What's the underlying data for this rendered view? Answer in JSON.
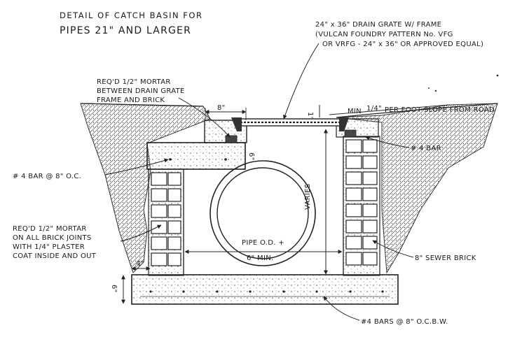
{
  "title": {
    "line1": "DETAIL OF CATCH BASIN FOR",
    "line2": "PIPES 21\" AND LARGER"
  },
  "labels": {
    "drain_grate_1": "24\" x 36\" DRAIN GRATE W/ FRAME",
    "drain_grate_2": "(VULCAN FOUNDRY PATTERN No. VFG",
    "drain_grate_3": "OR VRFG - 24\" x 36\" OR APPROVED EQUAL)",
    "mortar_top_1": "REQ'D 1/2\" MORTAR",
    "mortar_top_2": "BETWEEN DRAIN GRATE",
    "mortar_top_3": "FRAME AND BRICK",
    "slope_a": "MIN",
    "slope_b": "1/4\"",
    "slope_c": "PER FOOT SLOPE FROM ROAD",
    "bar4": "# 4 BAR",
    "bar4_8oc": "# 4 BAR @ 8\" O.C.",
    "mortar_joints_1": "REQ'D 1/2\" MORTAR",
    "mortar_joints_2": "ON ALL BRICK JOINTS",
    "mortar_joints_3": "WITH 1/4\" PLASTER",
    "mortar_joints_4": "COAT INSIDE AND OUT",
    "pipe_od_1": "PIPE O.D. +",
    "pipe_od_2": "6\" MIN.",
    "varies": "VARIES",
    "sewer_brick": "8\" SEWER BRICK",
    "bars_bw": "#4 BARS @ 8\" O.C.B.W.",
    "dim_8": "8\"",
    "dim_6a": "6\"",
    "dim_6b": "6\"",
    "dim_4": "4\"",
    "dim_1": "1\""
  }
}
